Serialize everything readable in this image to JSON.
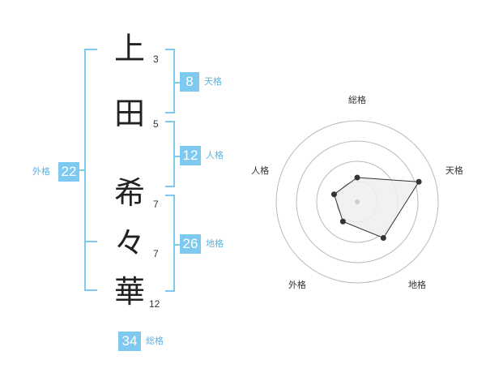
{
  "name_chars": [
    {
      "char": "上",
      "strokes": "3"
    },
    {
      "char": "田",
      "strokes": "5"
    },
    {
      "char": "希",
      "strokes": "7"
    },
    {
      "char": "々",
      "strokes": "7"
    },
    {
      "char": "華",
      "strokes": "12"
    }
  ],
  "fortunes": {
    "tenkaku": {
      "value": "8",
      "label": "天格"
    },
    "jinkaku": {
      "value": "12",
      "label": "人格"
    },
    "chikaku": {
      "value": "26",
      "label": "地格"
    },
    "gaikaku": {
      "value": "22",
      "label": "外格"
    },
    "soukaku": {
      "value": "34",
      "label": "総格"
    }
  },
  "colors": {
    "accent": "#7dc9f0",
    "label_text": "#5ab4e6",
    "ring": "#bbbbbb",
    "polygon_fill": "#eeeeee",
    "point": "#333333"
  },
  "chart_data": {
    "type": "radar",
    "axes": [
      "総格",
      "天格",
      "地格",
      "外格",
      "人格"
    ],
    "values": [
      0.3,
      0.8,
      0.55,
      0.3,
      0.3
    ],
    "range": [
      0,
      1
    ],
    "rings": 4
  }
}
